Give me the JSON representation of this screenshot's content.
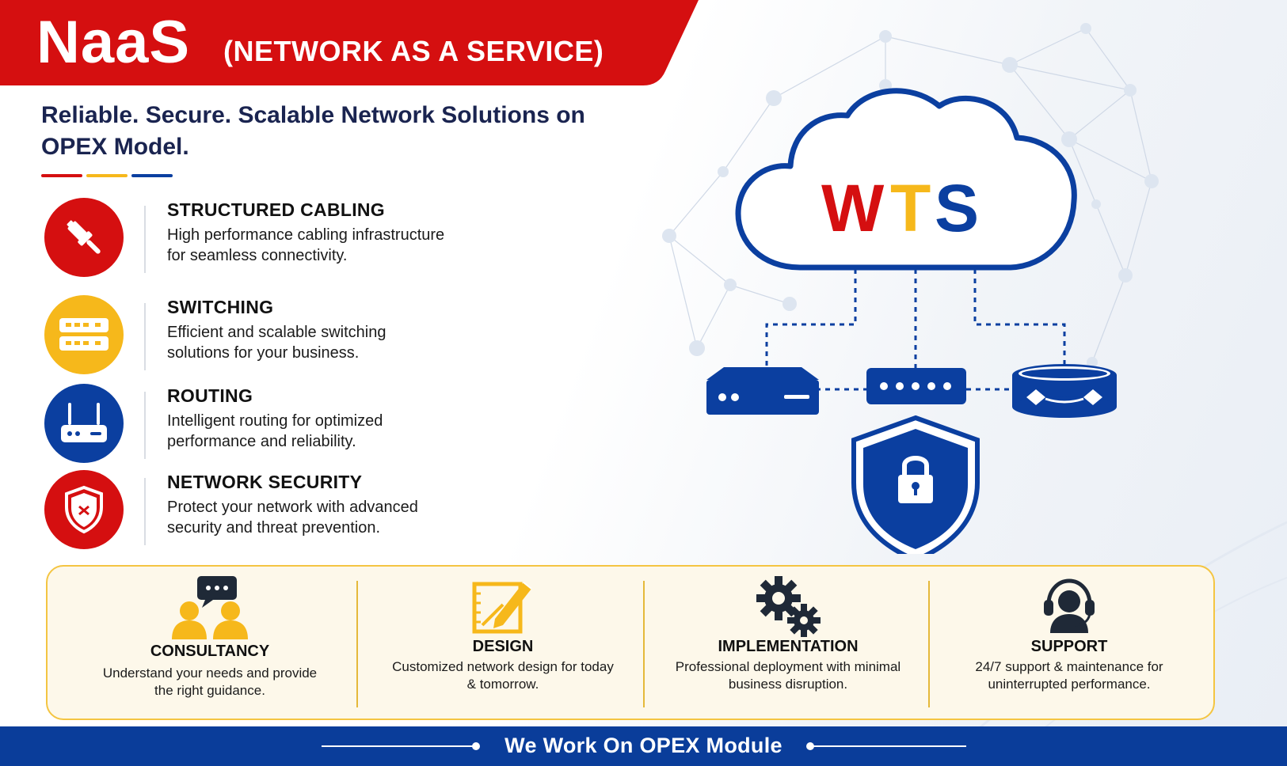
{
  "header": {
    "brand": "NaaS",
    "subtitle": "(NETWORK AS A SERVICE)",
    "tagline": "Reliable. Secure. Scalable Network Solutions on OPEX Model."
  },
  "colors": {
    "red": "#d50f10",
    "yellow": "#f6b81b",
    "blue": "#0b3fa0",
    "navy": "#1a2450"
  },
  "services": [
    {
      "icon": "cable-connector-icon",
      "title": "STRUCTURED CABLING",
      "description": "High performance cabling infrastructure for seamless connectivity."
    },
    {
      "icon": "switch-icon",
      "title": "SWITCHING",
      "description": "Efficient and scalable switching solutions for your business."
    },
    {
      "icon": "router-icon",
      "title": "ROUTING",
      "description": "Intelligent routing for optimized performance and reliability."
    },
    {
      "icon": "shield-icon",
      "title": "NETWORK SECURITY",
      "description": "Protect your network with advanced security and threat prevention."
    }
  ],
  "diagram": {
    "cloud_letters": [
      {
        "char": "W",
        "color": "#d50f10"
      },
      {
        "char": "T",
        "color": "#f6b81b"
      },
      {
        "char": "S",
        "color": "#0b3fa0"
      }
    ],
    "devices": [
      "server-icon",
      "switch-icon",
      "router-icon",
      "lock-shield-icon"
    ]
  },
  "process": [
    {
      "icon": "consultancy-icon",
      "title": "CONSULTANCY",
      "description": "Understand your needs and provide the right guidance."
    },
    {
      "icon": "design-icon",
      "title": "DESIGN",
      "description": "Customized network design for today & tomorrow."
    },
    {
      "icon": "gears-icon",
      "title": "IMPLEMENTATION",
      "description": "Professional deployment with minimal business disruption."
    },
    {
      "icon": "headset-icon",
      "title": "SUPPORT",
      "description": "24/7 support & maintenance for uninterrupted performance."
    }
  ],
  "footer": {
    "text": "We Work On OPEX Module"
  }
}
